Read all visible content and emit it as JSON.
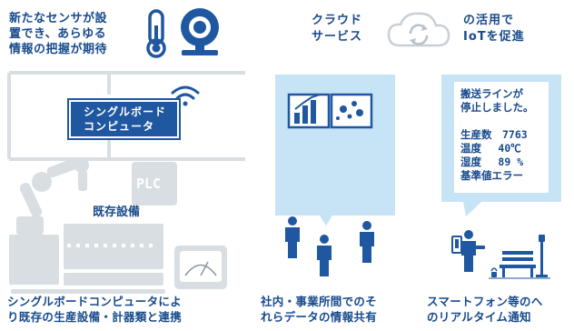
{
  "left": {
    "header_lines": [
      "新たなセンサが設",
      "置でき、あらゆる",
      "情報の把握が期待"
    ],
    "sbc_lines": [
      "シングルボード",
      "コンピュータ"
    ],
    "plc_label": "PLC",
    "existing_label": "既存設備",
    "footer_lines": [
      "シングルボードコンピュータによ",
      "り既存の生産設備・計器類と連携"
    ]
  },
  "center": {
    "cloud_left_lines": [
      "クラウド",
      "サービス"
    ],
    "footer_lines": [
      "社内・事業所間でのそ",
      "れらデータの情報共有"
    ]
  },
  "right": {
    "cloud_right_lines": [
      "の活用で",
      "IoTを促進"
    ],
    "notice_lines": [
      "搬送ラインが",
      "停止しました。",
      "",
      "生産数　7763",
      "温度　 40℃",
      "湿度　 89 %",
      "基準値エラー"
    ],
    "footer_lines": [
      "スマートフォン等のへ",
      "のリアルタイム通知"
    ]
  },
  "colors": {
    "primary": "#1F57A0",
    "text": "#174A8C",
    "light": "#D9DEE3",
    "panel": "#C7E3F6"
  },
  "icons": [
    "thermometer-icon",
    "webcam-icon",
    "wifi-icon",
    "cloud-sync-icon",
    "bar-chart-icon",
    "world-map-icon",
    "person-icon",
    "smartphone-icon",
    "park-bench-icon",
    "robot-arm-icon",
    "gauge-icon"
  ]
}
